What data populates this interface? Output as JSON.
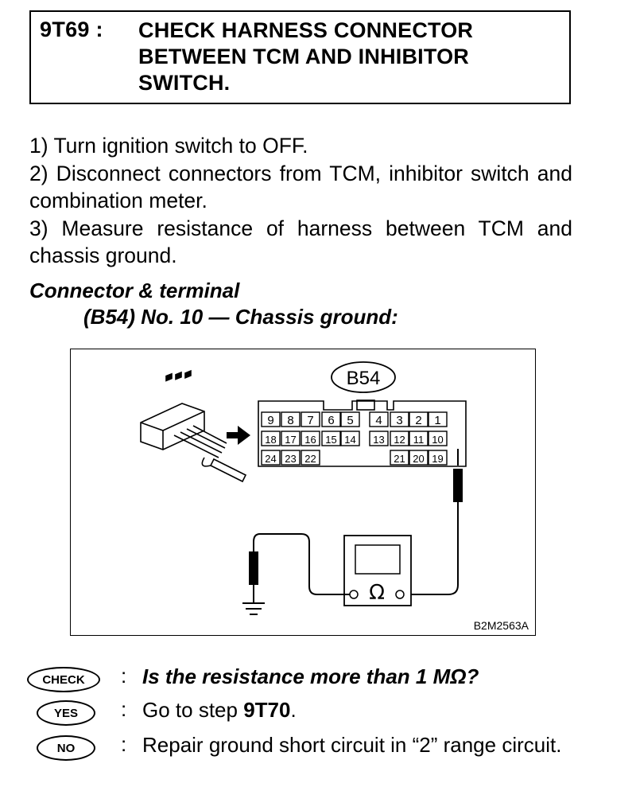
{
  "header": {
    "step_code": "9T69 :",
    "title": "CHECK HARNESS CONNECTOR BETWEEN TCM AND INHIBITOR SWITCH."
  },
  "instructions": [
    "1) Turn ignition switch to OFF.",
    "2) Disconnect connectors from TCM, inhibitor switch and combination meter.",
    "3) Measure resistance of harness between TCM and chassis ground."
  ],
  "connector_heading": "Connector & terminal",
  "connector_sub": "(B54) No. 10 — Chassis ground:",
  "diagram": {
    "connector_label": "B54",
    "terminals_row1": [
      "9",
      "8",
      "7",
      "6",
      "5",
      "4",
      "3",
      "2",
      "1"
    ],
    "terminals_row2": [
      "18",
      "17",
      "16",
      "15",
      "14",
      "13",
      "12",
      "11",
      "10"
    ],
    "terminals_row3": [
      "24",
      "23",
      "22",
      "21",
      "20",
      "19"
    ],
    "meter_symbol": "Ω",
    "figure_code": "B2M2563A"
  },
  "results": {
    "check_label": "CHECK",
    "check_question": "Is the resistance more than 1 MΩ?",
    "yes_label": "YES",
    "yes_text_prefix": "Go to step ",
    "yes_step": "9T70",
    "yes_text_suffix": ".",
    "no_label": "NO",
    "no_text": "Repair ground short circuit in “2” range circuit.",
    "colon": ":"
  }
}
